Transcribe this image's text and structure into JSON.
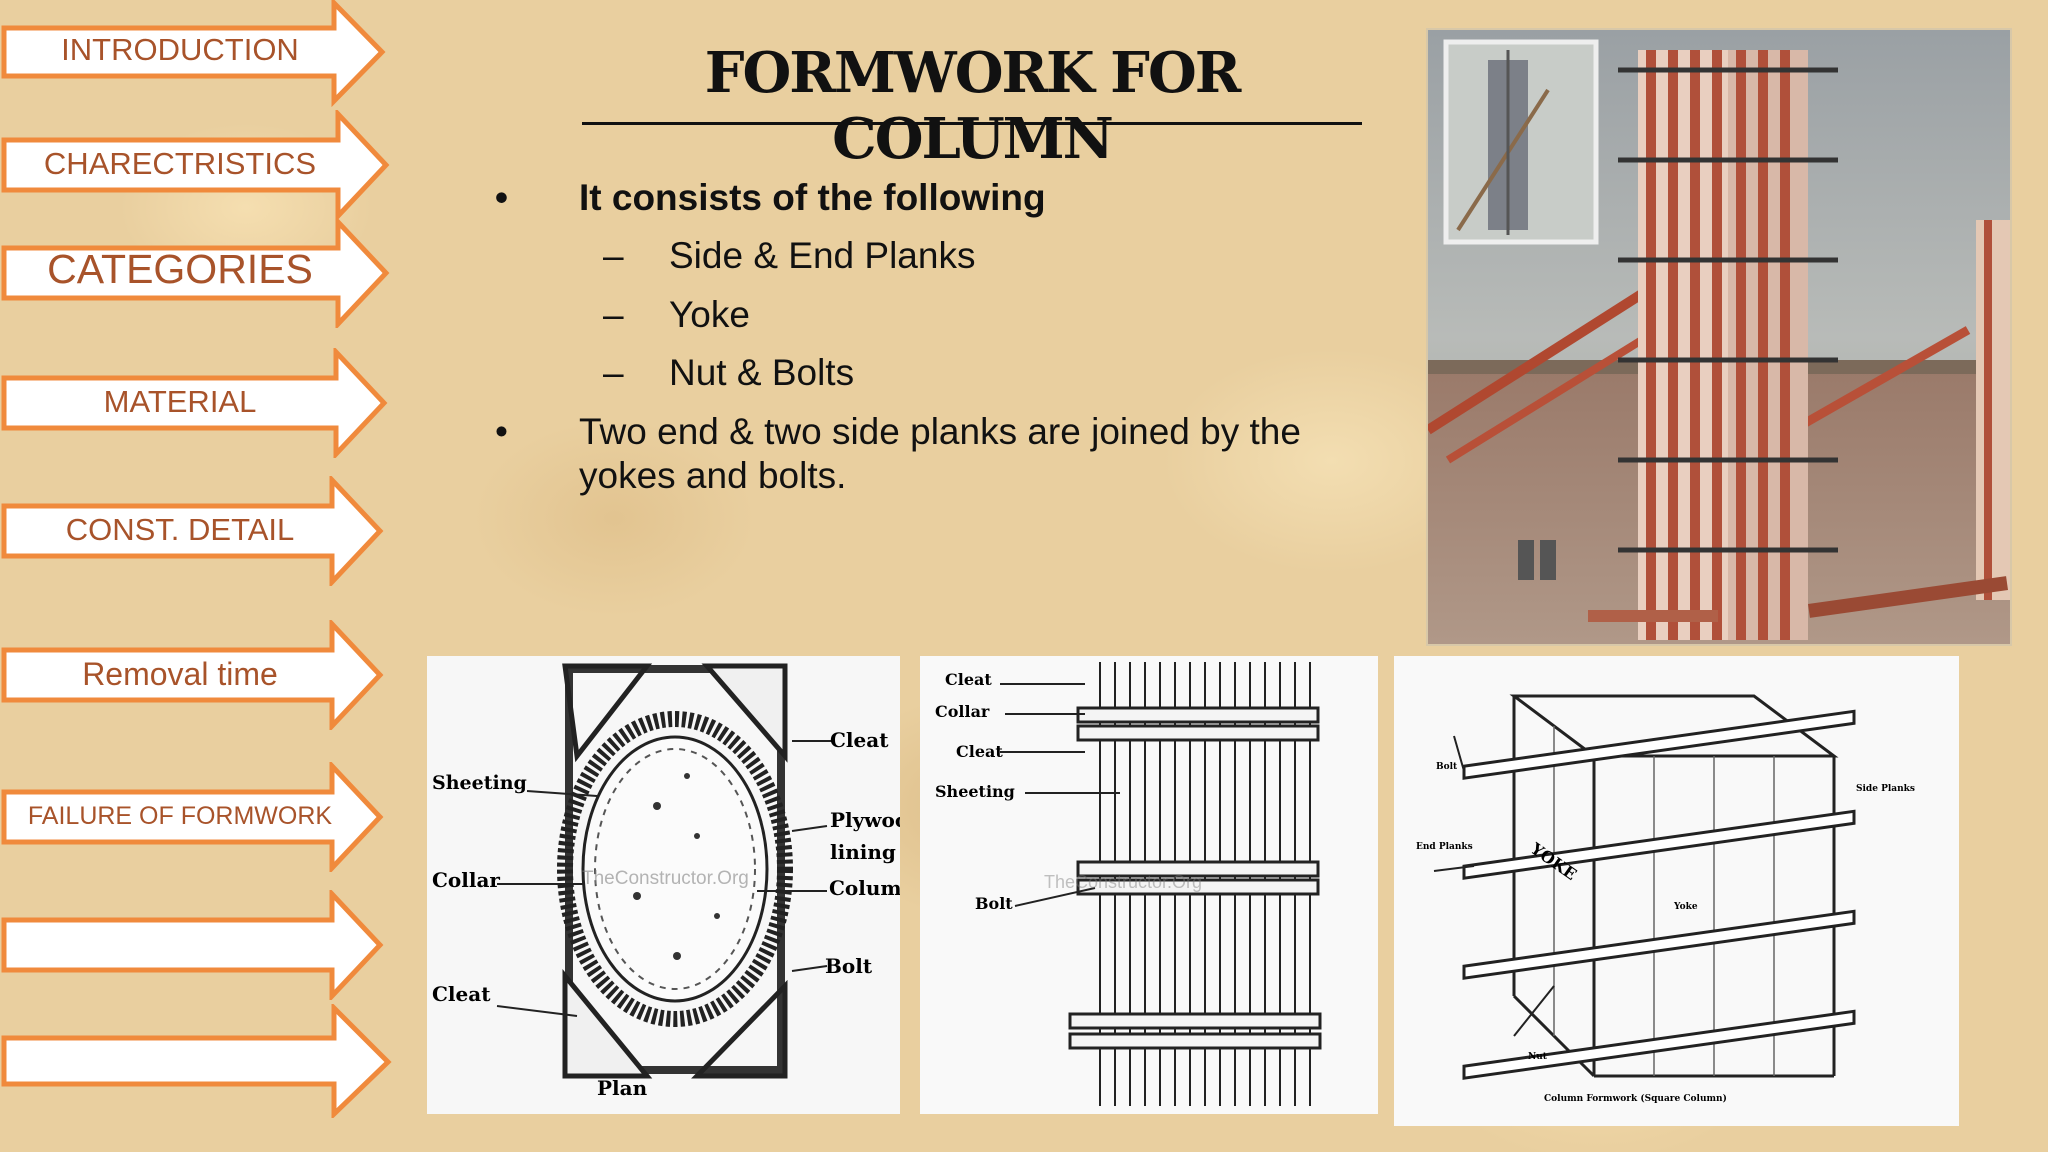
{
  "slide": {
    "title": "FORMWORK FOR COLUMN",
    "bullets": [
      {
        "text": "It consists of the following",
        "subitems": [
          "Side & End Planks",
          "Yoke",
          "Nut & Bolts"
        ]
      },
      {
        "text": "Two end & two side planks are joined by the yokes and bolts."
      }
    ],
    "bullet_symbol": "•",
    "dash_symbol": "–"
  },
  "nav": {
    "items": [
      {
        "label": "INTRODUCTION"
      },
      {
        "label": "CHARECTRISTICS"
      },
      {
        "label": "CATEGORIES"
      },
      {
        "label": "MATERIAL"
      },
      {
        "label": "CONST. DETAIL"
      },
      {
        "label": "Removal time"
      },
      {
        "label": "FAILURE OF FORMWORK"
      },
      {
        "label": ""
      },
      {
        "label": ""
      }
    ]
  },
  "diagrams": {
    "plan": {
      "labels": {
        "cleat_top": "Cleat",
        "sheeting": "Sheeting",
        "plywood1": "Plywood",
        "plywood2": "lining",
        "column": "Column",
        "collar": "Collar",
        "cleat_bottom": "Cleat",
        "bolt": "Bolt",
        "plan": "Plan"
      },
      "watermark": "TheConstructor.Org"
    },
    "elevation": {
      "labels": {
        "cleat1": "Cleat",
        "collar": "Collar",
        "cleat2": "Cleat",
        "sheeting": "Sheeting",
        "bolt": "Bolt"
      },
      "watermark": "TheConstructor.Org"
    },
    "box": {
      "labels": {
        "bolt": "Bolt",
        "side_planks": "Side Planks",
        "end_planks": "End Planks",
        "yoke_big": "YOKE",
        "yoke": "Yoke",
        "nut": "Nut",
        "caption": "Column Formwork (Square Column)"
      }
    }
  },
  "colors": {
    "nav_border": "#f08a3c",
    "nav_text": "#a8532a",
    "background": "#e9cf9f"
  }
}
